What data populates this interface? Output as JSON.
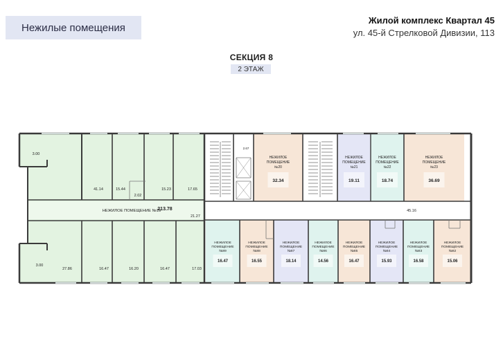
{
  "header": {
    "tag": "Нежилые помещения",
    "project_title": "Жилой комплекс Квартал 45",
    "address": "ул. 45-й Стрелковой Дивизии, 113"
  },
  "section_label": "СЕКЦИЯ 8",
  "floor_label": "2 ЭТАЖ",
  "colors": {
    "green": "#e3f3e1",
    "blue": "#e4e6f6",
    "cyan": "#dff3ee",
    "peach": "#f7e6d7",
    "wall": "#3a3a3a"
  },
  "plan": {
    "big_premise": {
      "name": "НЕЖИЛОЕ ПОМЕЩЕНИЕ №19",
      "area": "213.78"
    },
    "room_areas_left": [
      "3.00",
      "41.14",
      "15.44",
      "15.23",
      "17.65",
      "2.02",
      "21.27",
      "3.00",
      "27.86",
      "16.47",
      "16.20",
      "16.47",
      "17.03"
    ],
    "small_misc": [
      "2.67"
    ],
    "corridor_area": "45.16",
    "top_units": [
      {
        "line1": "НЕЖИЛОЕ",
        "line2": "ПОМЕЩЕНИЕ",
        "line3": "№20",
        "area": "32.34",
        "color": "peach"
      },
      {
        "line1": "НЕЖИЛОЕ",
        "line2": "ПОМЕЩЕНИЕ",
        "line3": "№21",
        "area": "19.11",
        "color": "blue"
      },
      {
        "line1": "НЕЖИЛОЕ",
        "line2": "ПОМЕЩЕНИЕ",
        "line3": "№22",
        "area": "18.74",
        "color": "cyan"
      },
      {
        "line1": "НЕЖИЛОЕ",
        "line2": "ПОМЕЩЕНИЕ",
        "line3": "№23",
        "area": "36.69",
        "color": "peach"
      }
    ],
    "bottom_units": [
      {
        "line1": "НЕЖИЛОЕ",
        "line2": "ПОМЕЩЕНИЕ",
        "line3": "№89",
        "area": "16.47",
        "color": "cyan"
      },
      {
        "line1": "НЕЖИЛОЕ",
        "line2": "ПОМЕЩЕНИЕ",
        "line3": "№88",
        "area": "16.55",
        "color": "peach"
      },
      {
        "line1": "НЕЖИЛОЕ",
        "line2": "ПОМЕЩЕНИЕ",
        "line3": "№87",
        "area": "18.14",
        "color": "blue"
      },
      {
        "line1": "НЕЖИЛОЕ",
        "line2": "ПОМЕЩЕНИЕ",
        "line3": "№86",
        "area": "14.56",
        "color": "cyan"
      },
      {
        "line1": "НЕЖИЛОЕ",
        "line2": "ПОМЕЩЕНИЕ",
        "line3": "№85",
        "area": "16.47",
        "color": "peach"
      },
      {
        "line1": "НЕЖИЛОЕ",
        "line2": "ПОМЕЩЕНИЕ",
        "line3": "№84",
        "area": "15.93",
        "color": "blue"
      },
      {
        "line1": "НЕЖИЛОЕ",
        "line2": "ПОМЕЩЕНИЕ",
        "line3": "№83",
        "area": "16.58",
        "color": "cyan"
      },
      {
        "line1": "НЕЖИЛОЕ",
        "line2": "ПОМЕЩЕНИЕ",
        "line3": "№82",
        "area": "15.06",
        "color": "peach"
      }
    ]
  }
}
